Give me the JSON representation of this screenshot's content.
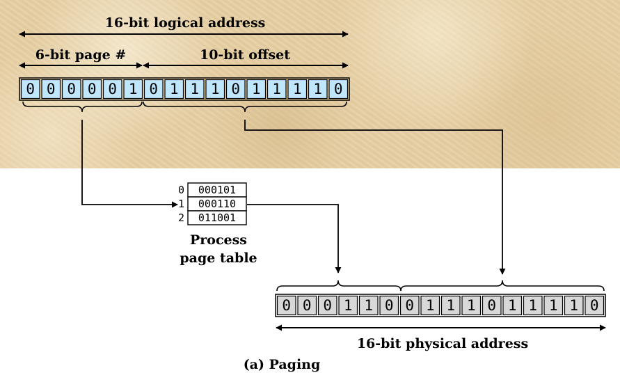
{
  "logical": {
    "title": "16-bit logical address",
    "page_label": "6-bit page #",
    "offset_label": "10-bit offset",
    "bits": [
      "0",
      "0",
      "0",
      "0",
      "0",
      "1",
      "0",
      "1",
      "1",
      "1",
      "0",
      "1",
      "1",
      "1",
      "1",
      "0"
    ],
    "cell_color": "#bfe6fb"
  },
  "page_table": {
    "indices": [
      "0",
      "1",
      "2"
    ],
    "entries": [
      "000101",
      "000110",
      "011001"
    ],
    "caption_line1": "Process",
    "caption_line2": "page table"
  },
  "physical": {
    "title": "16-bit physical address",
    "bits": [
      "0",
      "0",
      "0",
      "1",
      "1",
      "0",
      "0",
      "1",
      "1",
      "1",
      "0",
      "1",
      "1",
      "1",
      "1",
      "0"
    ],
    "cell_color": "#d8d8d8"
  },
  "caption": "(a) Paging",
  "colors": {
    "background_texture": "#e6cfa4",
    "line": "#000000"
  }
}
